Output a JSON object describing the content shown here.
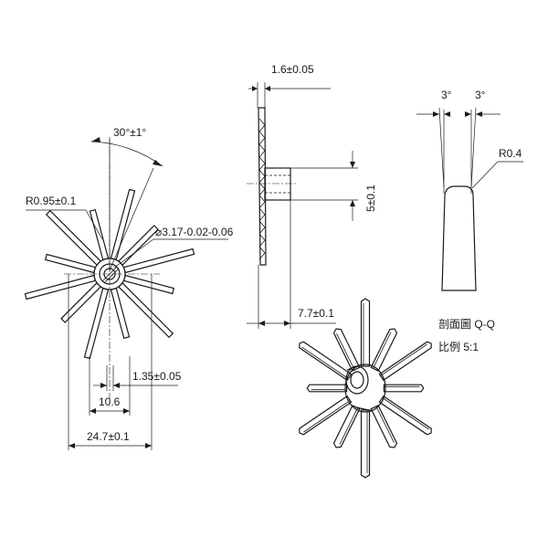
{
  "front_view": {
    "angle": "30°±1°",
    "fillet": "R0.95±0.1",
    "bore": "⌀3.17-0.02-0.06",
    "thickness": "1.35±0.05",
    "inner_width": "10.6",
    "outer_width": "24.7±0.1"
  },
  "side_view": {
    "fin_thickness": "1.6±0.05",
    "hub_diameter": "5±0.1",
    "overall_length": "7.7±0.1"
  },
  "section_view": {
    "angle_left": "3°",
    "angle_right": "3°",
    "radius": "R0.4",
    "title": "剖面圖 Q-Q",
    "scale": "比例 5:1"
  }
}
